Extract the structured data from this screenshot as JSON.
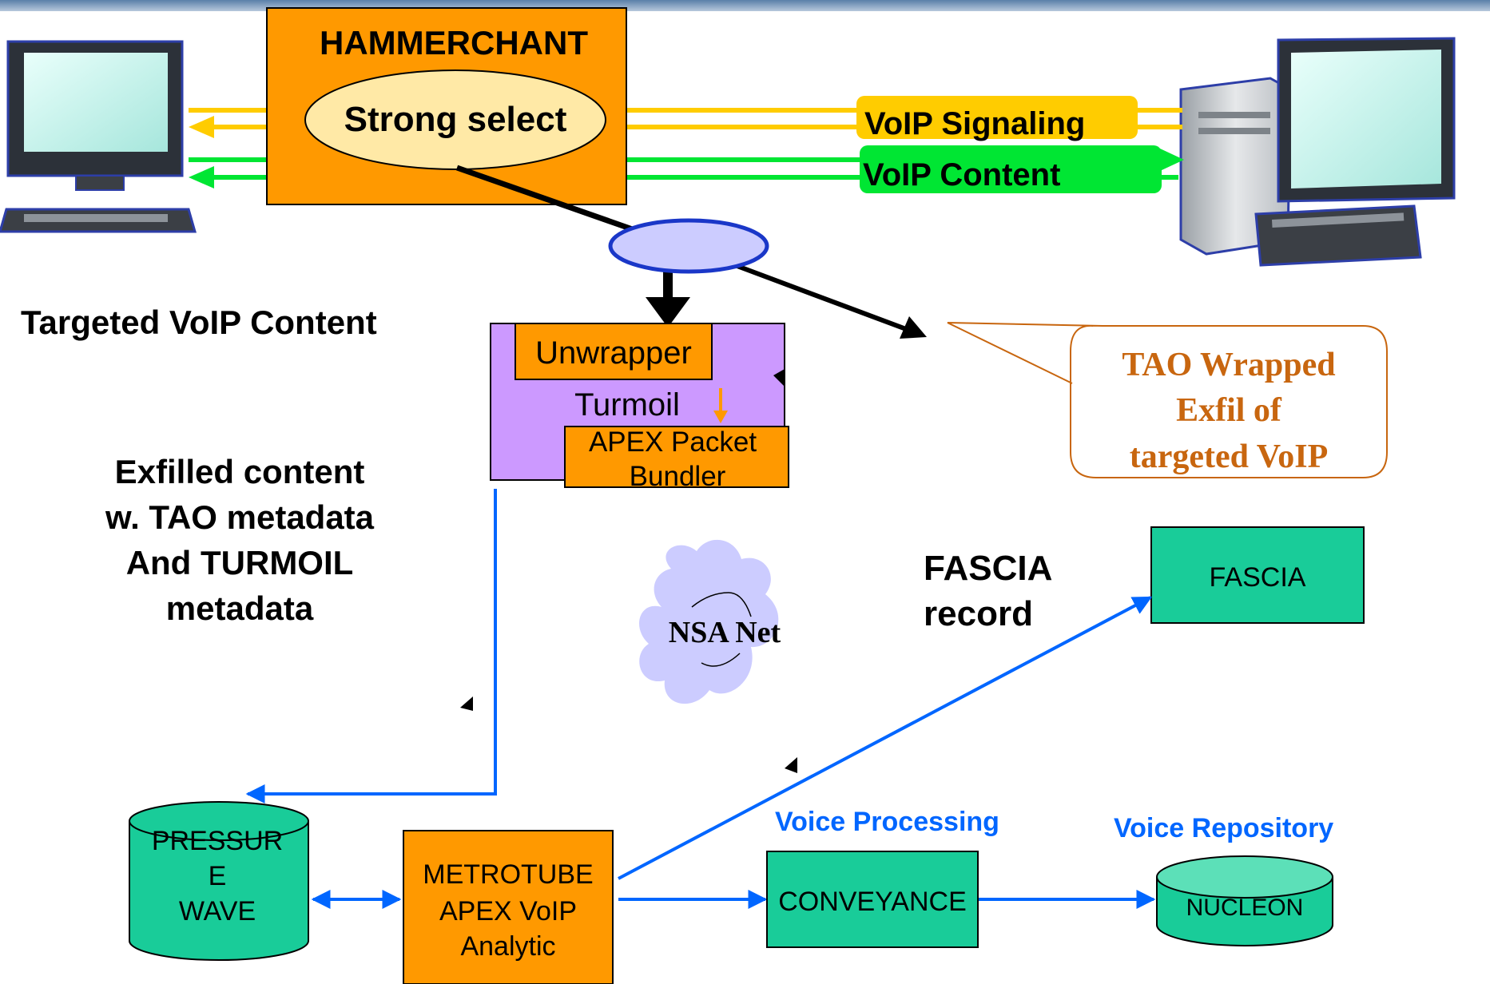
{
  "colors": {
    "orange": "#ff9900",
    "teal": "#19cc99",
    "purple": "#cc99ff",
    "yellow": "#ffcc00",
    "green": "#00e633",
    "blue": "#0066ff",
    "lavender": "#ccccff",
    "callout_text": "#c8660f"
  },
  "hammerchant": {
    "title": "HAMMERCHANT",
    "selector": "Strong select"
  },
  "links": {
    "signaling": "VoIP Signaling",
    "content": "VoIP Content"
  },
  "turmoil": {
    "unwrapper": "Unwrapper",
    "name": "Turmoil",
    "bundler_line1": "APEX Packet",
    "bundler_line2": "Bundler"
  },
  "labels": {
    "targeted": "Targeted VoIP Content",
    "exfilled": [
      "Exfilled content",
      "w. TAO metadata",
      "And TURMOIL",
      "metadata"
    ],
    "fascia_record": [
      "FASCIA",
      "record"
    ],
    "voice_processing": "Voice Processing",
    "voice_repository": "Voice Repository"
  },
  "callout": [
    "TAO Wrapped",
    "Exfil of",
    "targeted VoIP"
  ],
  "network": {
    "label": "NSA Net"
  },
  "nodes": {
    "pressure_wave": [
      "PRESSUR",
      "E",
      "WAVE"
    ],
    "metrotube": [
      "METROTUBE",
      "APEX VoIP",
      "Analytic"
    ],
    "conveyance": "CONVEYANCE",
    "nucleon": "NUCLEON",
    "fascia": "FASCIA"
  }
}
